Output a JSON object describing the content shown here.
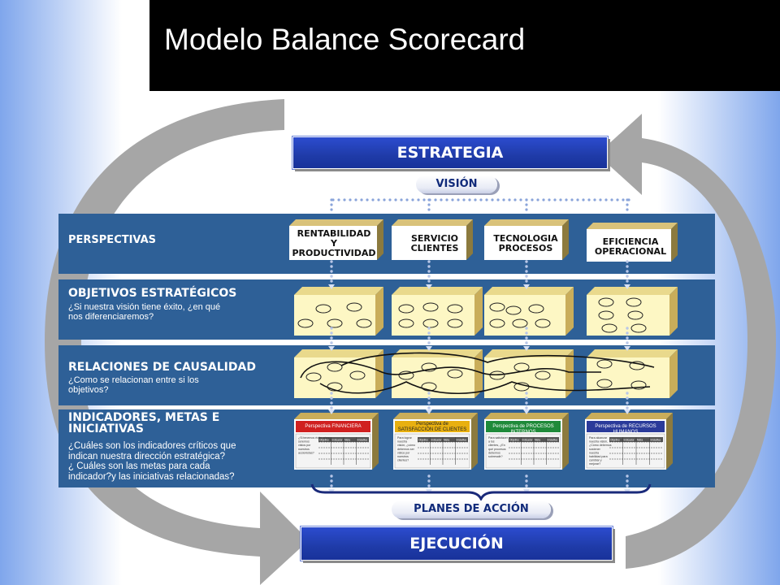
{
  "title": "Modelo Balance Scorecard",
  "estrategia": "ESTRATEGIA",
  "vision": "VISIÓN",
  "bands": {
    "perspectivas": "PERSPECTIVAS",
    "objetivos": {
      "title": "OBJETIVOS ESTRATÉGICOS",
      "lines": [
        "¿Si nuestra visión tiene éxito, ¿en qué",
        "nos diferenciaremos?"
      ]
    },
    "relaciones": {
      "title": "RELACIONES DE CAUSALIDAD",
      "lines": [
        "¿Como se relacionan entre si los",
        "objetivos?"
      ]
    },
    "indicadores": {
      "title_lines": [
        "INDICADORES, METAS E",
        "INICIATIVAS"
      ],
      "lines": [
        "¿Cuáles son los indicadores críticos que",
        "indican nuestra dirección estratégica?",
        "¿ Cuáles son las metas para cada",
        "indicador?y las iniciativas relacionadas?"
      ]
    }
  },
  "perspectives": [
    {
      "lines": [
        "RENTABILIDAD",
        "Y",
        "PRODUCTIVIDAD"
      ]
    },
    {
      "lines": [
        "SERVICIO",
        "CLIENTES"
      ]
    },
    {
      "lines": [
        "TECNOLOGIA",
        "PROCESOS"
      ]
    },
    {
      "lines": [
        "EFICIENCIA",
        "OPERACIONAL"
      ]
    }
  ],
  "scorecards": [
    {
      "title_lines": [
        "Perspectiva FINANCIERA"
      ],
      "header_color": "#d02020",
      "body_lines": [
        "¿Si tenemos éxito, cómo",
        "seremos",
        "vistos por",
        "nuestros",
        "accionistas?"
      ]
    },
    {
      "title_lines": [
        "Perspectiva de",
        "SATISFACCIÓN DE CLIENTES"
      ],
      "header_color": "#e8b010",
      "body_lines": [
        "Para lograr",
        "nuestra",
        "visión, ¿cómo",
        "debemos ser",
        "vistos por",
        "nuestros",
        "clientes?"
      ]
    },
    {
      "title_lines": [
        "Perspectiva de PROCESOS INTERNOS"
      ],
      "header_color": "#1f8a3a",
      "body_lines": [
        "Para satisfacer",
        "a los",
        "clientes, ¿En",
        "qué procesos",
        "debemos",
        "sobresalir?"
      ]
    },
    {
      "title_lines": [
        "Perspectiva de RECURSOS HUMANOS"
      ],
      "header_color": "#2a3a9a",
      "body_lines": [
        "Para alcanzar",
        "nuestra visión,",
        "¿Cómo debemos",
        "sostener",
        "nuestra",
        "habilidad para",
        "cambiar y",
        "mejorar?"
      ]
    }
  ],
  "card_columns": [
    "Objetivo",
    "Indicador",
    "Meta",
    "Iniciativa"
  ],
  "planes": "PLANES DE ACCIÓN",
  "ejecucion": "EJECUCIÓN",
  "colors": {
    "band": "#2e6097",
    "button": "#1f3ba8",
    "box_face": "#fdf7c4",
    "box_side": "#c9ad5a",
    "arrow_gray": "#a9a9a9"
  }
}
